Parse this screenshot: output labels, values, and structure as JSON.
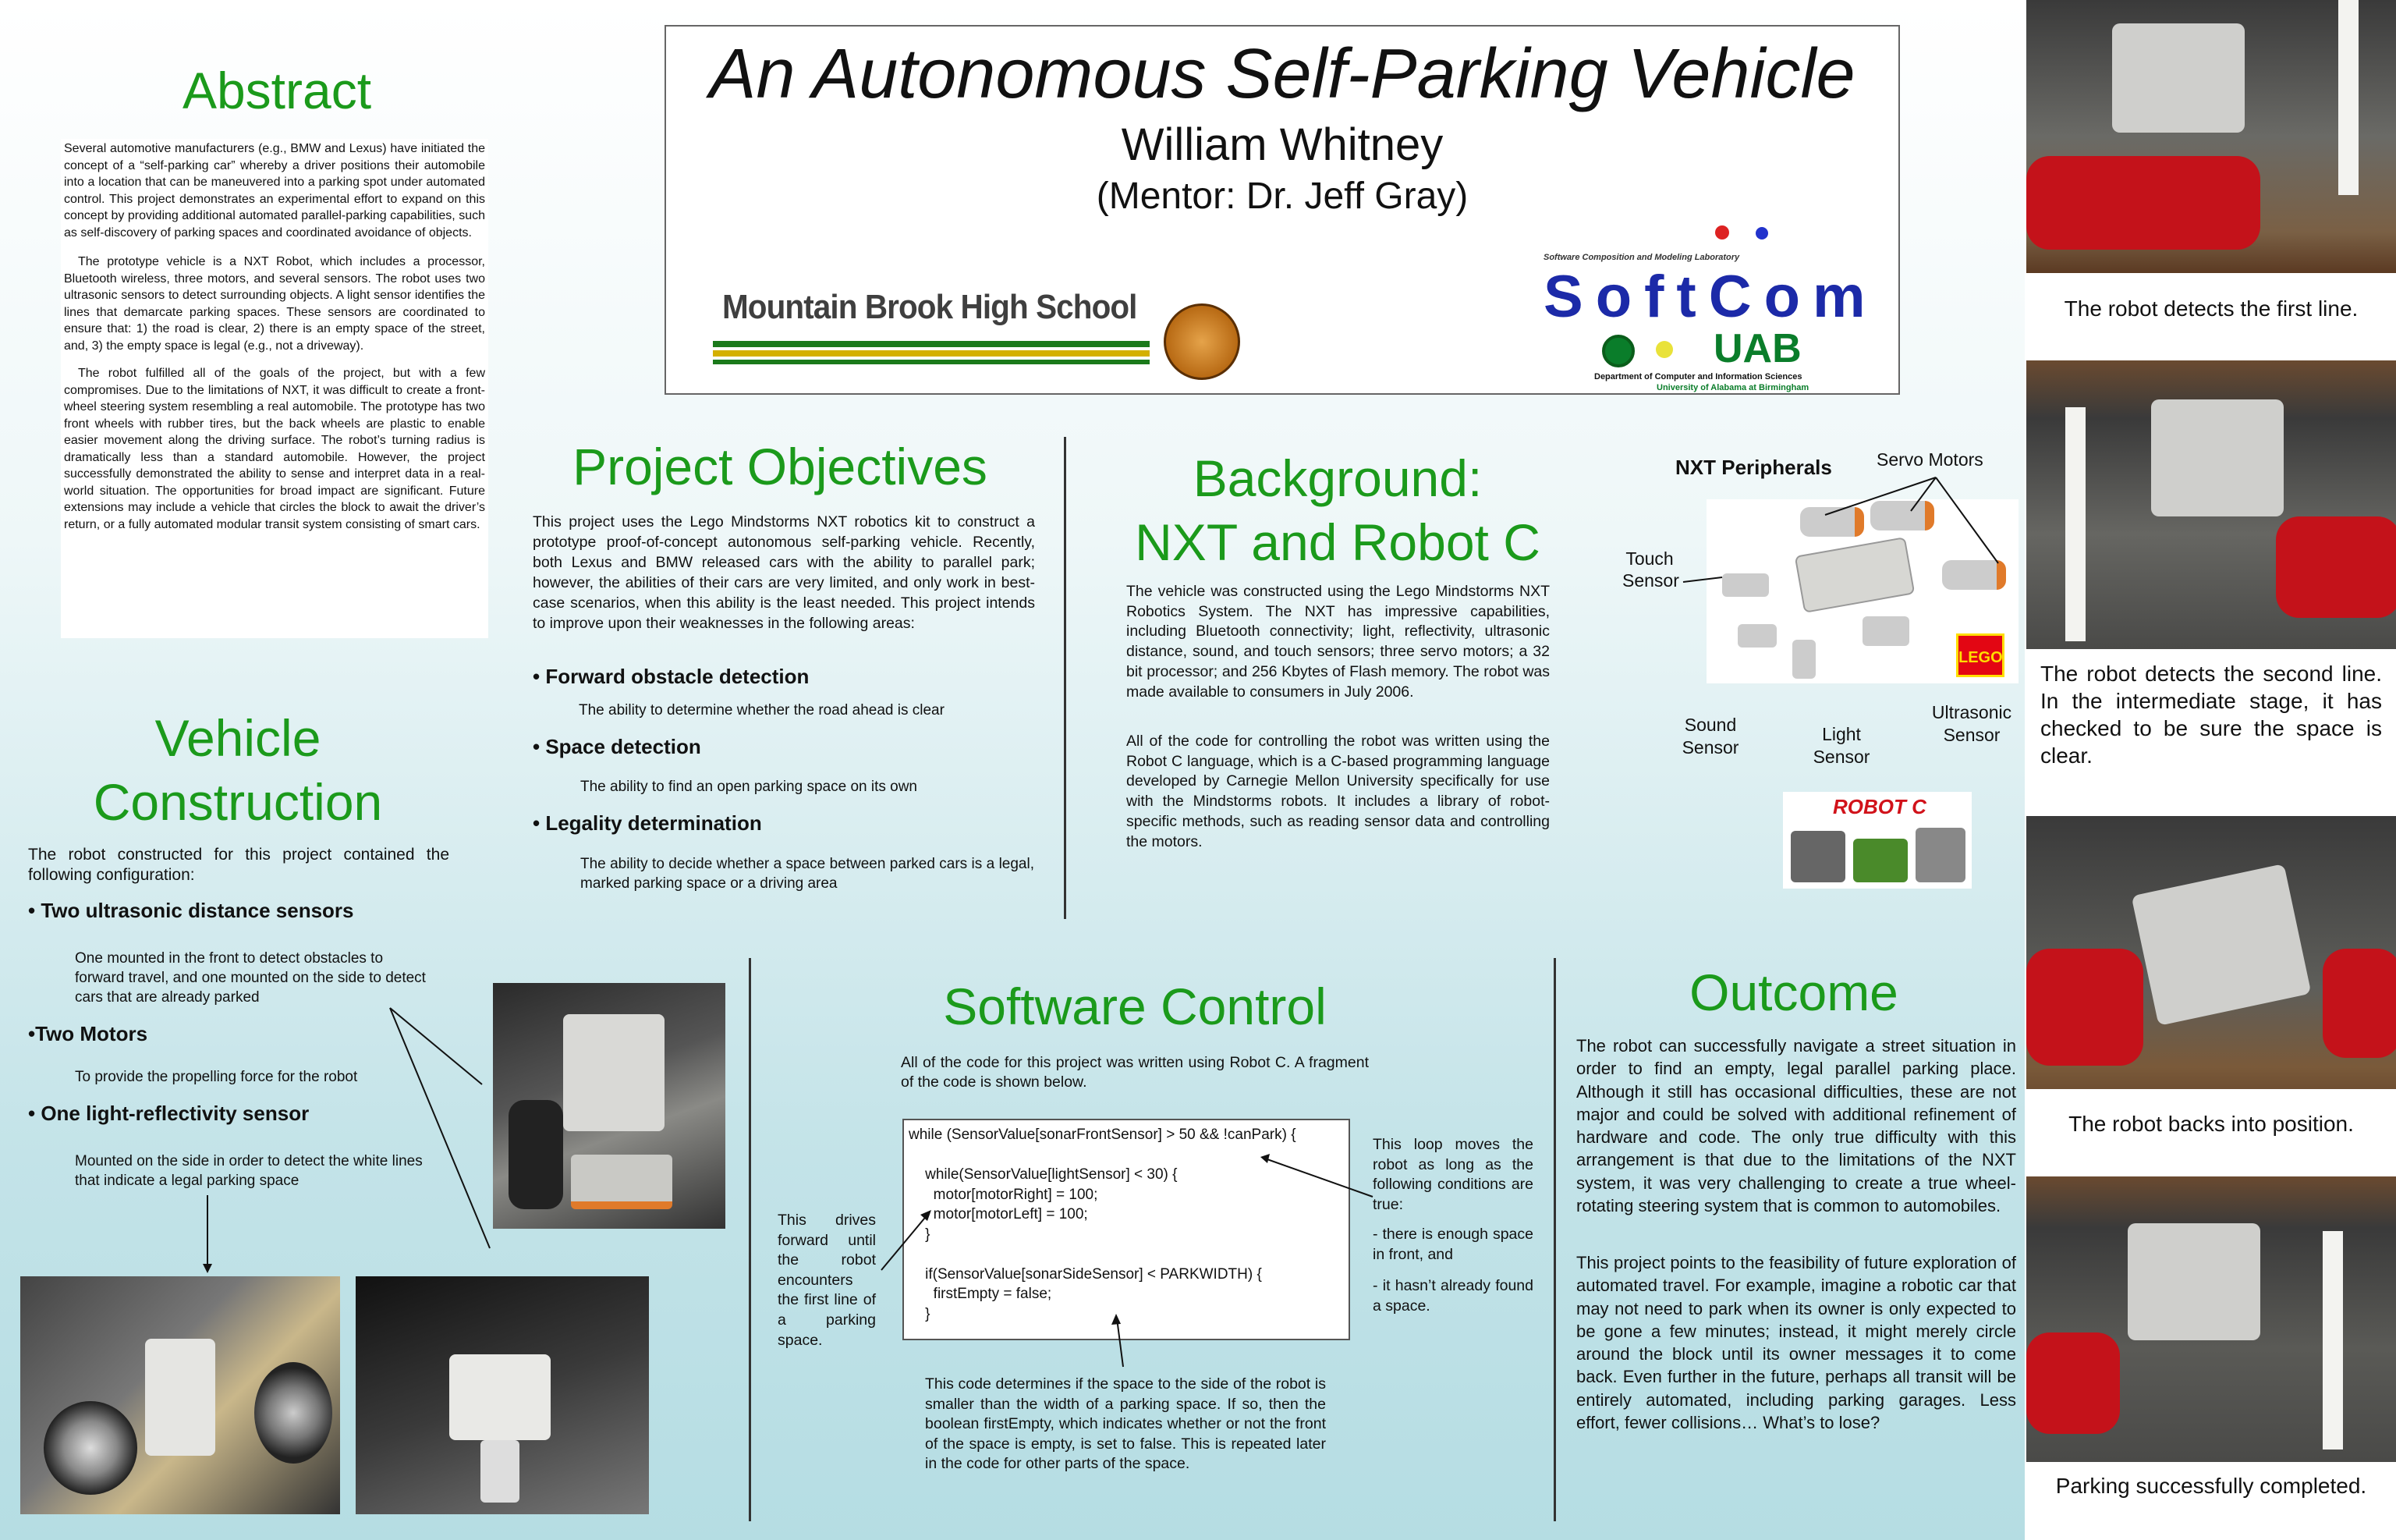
{
  "title": "An Autonomous Self-Parking Vehicle",
  "author": "William Whitney",
  "mentor": "(Mentor: Dr. Jeff Gray)",
  "school_logo": "Mountain Brook High School",
  "softcom": {
    "lab": "Software Composition and Modeling Laboratory",
    "name": "SoftCom",
    "uab": "UAB",
    "dept": "Department of Computer and Information Sciences",
    "university": "University of Alabama at Birmingham"
  },
  "abstract": {
    "heading": "Abstract",
    "p1": "Several automotive manufacturers (e.g., BMW and Lexus) have initiated the concept of a “self-parking car” whereby a driver positions their automobile into a location that can be maneuvered into a parking spot under automated control. This project demonstrates an experimental effort to expand on this concept by providing additional automated parallel-parking capabilities, such as self-discovery of parking spaces and coordinated avoidance of objects.",
    "p2": "The prototype vehicle is a NXT Robot, which includes a processor, Bluetooth wireless, three motors, and several sensors. The robot uses two ultrasonic sensors to detect surrounding objects. A light sensor identifies the lines that demarcate parking spaces. These sensors are coordinated to ensure that: 1) the road is clear, 2) there is an empty space of the street, and, 3) the empty space is legal (e.g., not a driveway).",
    "p3": "The robot fulfilled all of the goals of the project, but with a few compromises. Due to the limitations of NXT, it was difficult to create a front-wheel steering system resembling a real automobile. The prototype has two front wheels with rubber tires, but the back wheels are plastic to enable easier movement along the driving surface. The robot’s turning radius is dramatically less than a standard automobile. However, the project successfully demonstrated the ability to sense and interpret data in a real-world situation. The opportunities for broad impact are significant. Future extensions may include a vehicle that circles the block to await the driver’s return, or a fully automated modular transit system consisting of smart cars."
  },
  "vehicle": {
    "heading1": "Vehicle",
    "heading2": "Construction",
    "intro": "The robot constructed for this project contained the following configuration:",
    "b1": "• Two ultrasonic distance sensors",
    "b1_desc": "One mounted in the front to detect obstacles to forward travel, and one mounted on the side to detect cars that are already parked",
    "b2": "•Two Motors",
    "b2_desc": "To provide the propelling force for the robot",
    "b3": "• One light-reflectivity sensor",
    "b3_desc": "Mounted on the side in order to detect the white lines that indicate a legal parking space"
  },
  "objectives": {
    "heading": "Project Objectives",
    "intro": "This project uses the Lego Mindstorms NXT robotics kit to construct a prototype proof-of-concept autonomous self-parking vehicle. Recently, both Lexus and BMW released cars with the ability to parallel park; however, the abilities of their cars are very limited, and only work in best-case scenarios, when this ability is the least needed. This project intends to improve upon their weaknesses in the following areas:",
    "o1": "•  Forward obstacle detection",
    "o1_desc": "The ability to determine whether the road ahead is clear",
    "o2": "• Space detection",
    "o2_desc": "The ability to find an open parking space on its own",
    "o3": "• Legality determination",
    "o3_desc": "The ability to decide whether a space between parked cars is a legal, marked parking space or a driving area"
  },
  "background": {
    "heading1": "Background:",
    "heading2": "NXT and Robot C",
    "p1": "The vehicle was constructed using the Lego Mindstorms NXT Robotics System.  The NXT has impressive capabilities, including Bluetooth connectivity; light, reflectivity, ultrasonic distance, sound, and touch sensors; three servo motors; a 32 bit processor; and 256 Kbytes of Flash memory. The robot was made available to consumers in July 2006.",
    "p2": "All of the code for controlling the robot was written using the Robot C language, which is a C-based programming language developed by Carnegie Mellon University specifically for use with the Mindstorms robots. It includes a library of robot-specific methods, such as reading sensor data and controlling the motors."
  },
  "peripherals": {
    "title": "NXT Peripherals",
    "servo": "Servo Motors",
    "touch1": "Touch",
    "touch2": "Sensor",
    "sound1": "Sound",
    "sound2": "Sensor",
    "light1": "Light",
    "light2": "Sensor",
    "ultra1": "Ultrasonic",
    "ultra2": "Sensor",
    "lego": "LEGO",
    "robotc": "ROBOT C"
  },
  "software": {
    "heading": "Software Control",
    "intro": "All of the code for this project was written using Robot C. A fragment of the code is shown below.",
    "code": [
      "while (SensorValue[sonarFrontSensor] > 50 && !canPark) {",
      "",
      "    while(SensorValue[lightSensor] < 30) {",
      "      motor[motorRight] = 100;",
      "      motor[motorLeft] = 100;",
      "    }",
      "",
      "    if(SensorValue[sonarSideSensor] < PARKWIDTH) {",
      "      firstEmpty = false;",
      "    }"
    ],
    "left_note": "This drives forward until the robot encounters the first line of a parking space.",
    "right_note": "This loop moves the robot as long as the following conditions are true:",
    "right_c1": "- there is enough space in front, and",
    "right_c2": "- it hasn’t already found a space.",
    "bottom_note": "This code determines if the space to the side of the robot is smaller than the width of a parking space. If so, then the boolean firstEmpty, which indicates whether or not the front of the space is empty, is set to false.  This is repeated later in the code for other parts of the space."
  },
  "outcome": {
    "heading": "Outcome",
    "p1": "The robot can successfully navigate a street situation in order to find an empty, legal parallel parking place. Although it still has occasional difficulties, these are not major and could be solved with additional refinement of hardware and code. The only true difficulty with this arrangement is that due to the limitations of the NXT system, it was very challenging to create a true wheel-rotating steering system that is common to automobiles.",
    "p2": "This project points to the feasibility of future exploration of automated travel. For example, imagine a robotic car that may not need to park when its owner is only expected to be gone a few minutes; instead, it might merely circle around the block until its owner messages it to come back. Even further in the future, perhaps all transit will be entirely automated, including parking garages. Less effort, fewer collisions… What’s to lose?"
  },
  "captions": {
    "c1": "The robot detects the first line.",
    "c2": "The robot detects the second line.  In the intermediate stage, it has checked to be sure the space is clear.",
    "c3": "The robot backs into position.",
    "c4": "Parking successfully completed."
  }
}
